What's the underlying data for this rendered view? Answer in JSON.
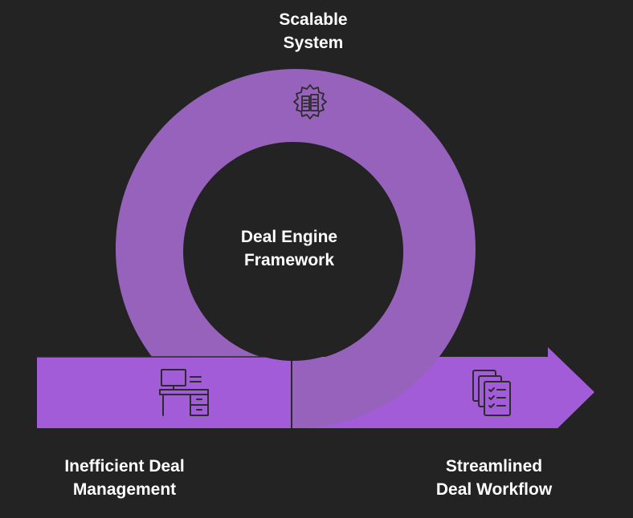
{
  "diagram": {
    "top_label": {
      "line1": "Scalable",
      "line2": "System"
    },
    "center_label": {
      "line1": "Deal Engine",
      "line2": "Framework"
    },
    "left_label": {
      "line1": "Inefficient Deal",
      "line2": "Management"
    },
    "right_label": {
      "line1": "Streamlined",
      "line2": "Deal Workflow"
    },
    "icons": {
      "top": "gear-document-icon",
      "left": "desk-workstation-icon",
      "right": "stacked-checklist-icon"
    }
  },
  "colors": {
    "background": "#232323",
    "ring": "#9662bb",
    "arrow": "#a35cd7",
    "inner": "#232323",
    "text": "#ffffff",
    "icon_stroke": "#2b2b2b"
  }
}
